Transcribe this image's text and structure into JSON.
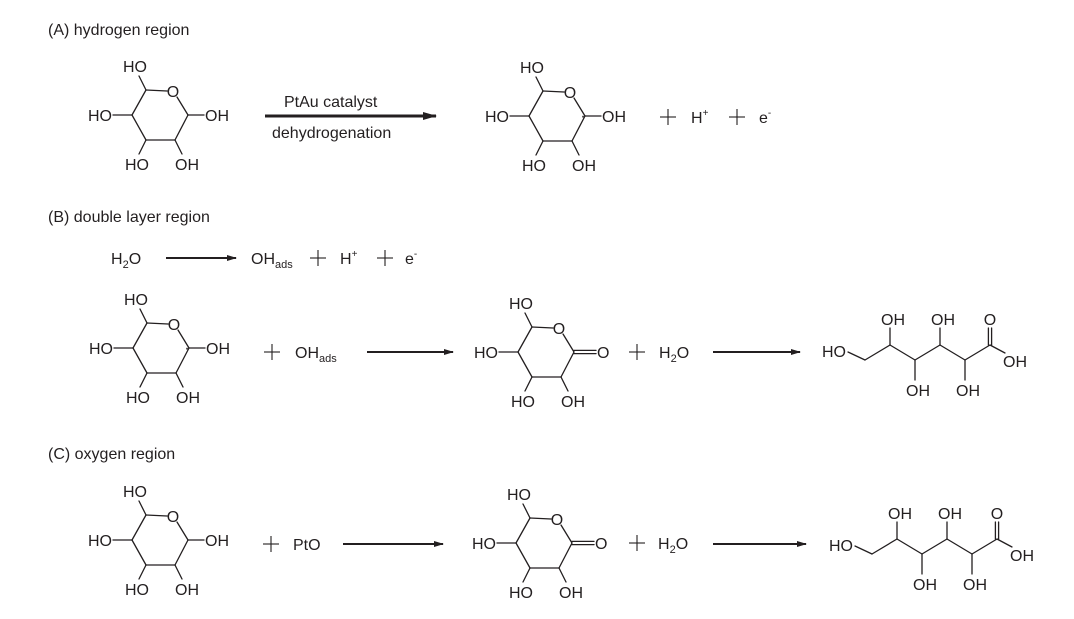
{
  "sections": {
    "a": {
      "title": "(A) hydrogen region",
      "arrow_above": "PtAu catalyst",
      "arrow_below": "dehydrogenation",
      "products_extra": [
        "H",
        "+",
        "e",
        "-"
      ]
    },
    "b": {
      "title": "(B) double layer region",
      "water_eq": {
        "reactant": "H",
        "reactant_sub": "2",
        "reactant_tail": "O",
        "product": "OH",
        "product_sub": "ads",
        "h": "H",
        "h_sup": "+",
        "e": "e",
        "e_sup": "-"
      },
      "reagent": "OH",
      "reagent_sub": "ads",
      "water": "H",
      "water_sub": "2",
      "water_tail": "O"
    },
    "c": {
      "title": "(C) oxygen region",
      "reagent": "PtO",
      "water": "H",
      "water_sub": "2",
      "water_tail": "O"
    }
  },
  "atoms": {
    "ho": "HO",
    "oh": "OH",
    "o": "O",
    "radical": "·",
    "plus": "+"
  }
}
